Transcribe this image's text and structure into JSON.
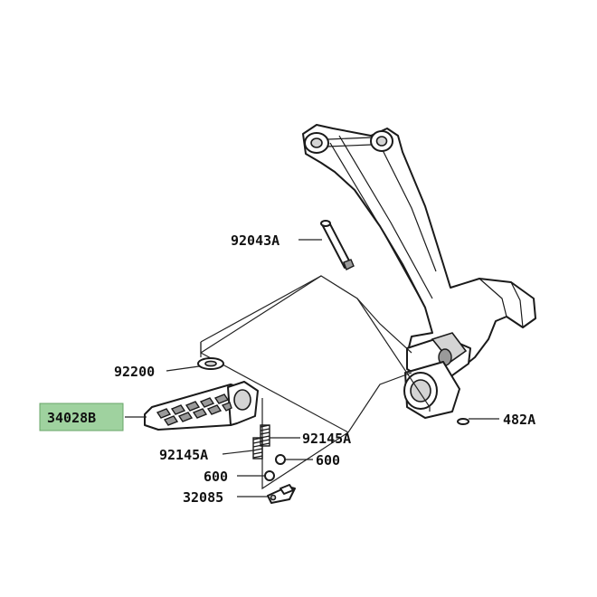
{
  "diagram": {
    "highlight_color": "#9fd29f",
    "parts": [
      {
        "id": "p1",
        "label": "92043A"
      },
      {
        "id": "p2",
        "label": "92200"
      },
      {
        "id": "p3",
        "label": "34028B",
        "highlighted": true
      },
      {
        "id": "p4",
        "label": "92145A"
      },
      {
        "id": "p5",
        "label": "92145A"
      },
      {
        "id": "p6",
        "label": "600"
      },
      {
        "id": "p7",
        "label": "600"
      },
      {
        "id": "p8",
        "label": "32085"
      },
      {
        "id": "p9",
        "label": "482A"
      }
    ]
  }
}
